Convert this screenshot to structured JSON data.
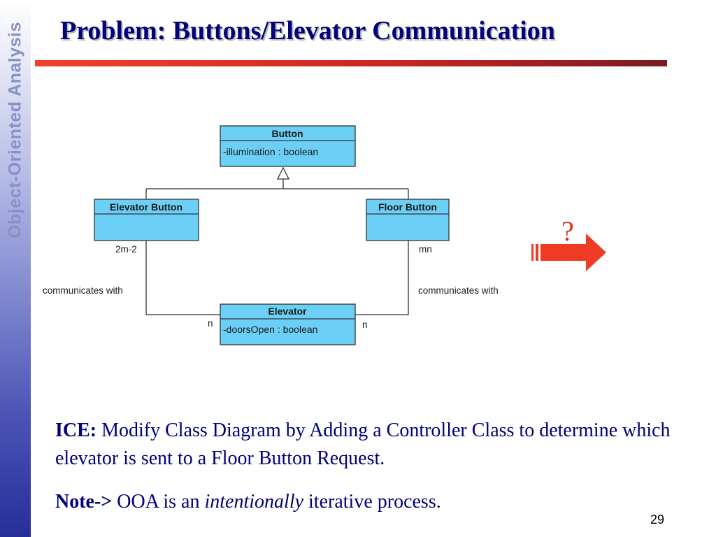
{
  "sidebar": {
    "label": "Object-Oriented Analysis"
  },
  "slide": {
    "title": "Problem: Buttons/Elevator Communication",
    "page_number": "29"
  },
  "diagram": {
    "classes": {
      "button": {
        "name": "Button",
        "attribute": "-illumination : boolean"
      },
      "elevator_button": {
        "name": "Elevator Button",
        "attribute": ""
      },
      "floor_button": {
        "name": "Floor Button",
        "attribute": ""
      },
      "elevator": {
        "name": "Elevator",
        "attribute": "-doorsOpen : boolean"
      }
    },
    "associations": {
      "left": {
        "label": "communicates with",
        "top_multiplicity": "2m-2",
        "bottom_multiplicity": "n"
      },
      "right": {
        "label": "communicates with",
        "top_multiplicity": "mn",
        "bottom_multiplicity": "n"
      }
    },
    "question_mark": "?",
    "colors": {
      "class_fill": "#6ccff6",
      "class_border": "#333333",
      "arrow": "#ef3a24"
    },
    "icons": [
      "generalization-arrow-icon",
      "right-arrow-icon"
    ]
  },
  "content": {
    "ice_label": "ICE:",
    "ice_text": " Modify Class Diagram by Adding a Controller Class to determine which elevator is sent to a Floor Button Request.",
    "note_label": "Note->",
    "note_pre": " OOA is an ",
    "note_italic": "intentionally",
    "note_post": " iterative process."
  }
}
